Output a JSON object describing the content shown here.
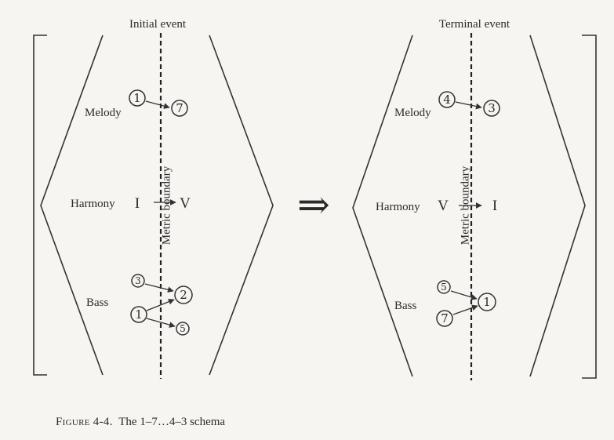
{
  "left_panel": {
    "title": "Initial event",
    "labels": {
      "melody": "Melody",
      "harmony": "Harmony",
      "bass": "Bass"
    },
    "melody": {
      "from": "1",
      "to": "7"
    },
    "harmony": {
      "from": "I",
      "to": "V"
    },
    "bass": {
      "top": "3",
      "left_bottom": "1",
      "mid_right": "2",
      "low_right": "5"
    }
  },
  "right_panel": {
    "title": "Terminal event",
    "labels": {
      "melody": "Melody",
      "harmony": "Harmony",
      "bass": "Bass"
    },
    "melody": {
      "from": "4",
      "to": "3"
    },
    "harmony": {
      "from": "V",
      "to": "I"
    },
    "bass": {
      "top": "5",
      "bottom": "7",
      "target": "1"
    }
  },
  "boundary_label": "Metric boundary",
  "implication_symbol": "⇒",
  "caption": {
    "figure_label": "Figure 4-4.",
    "text": "The 1–7…4–3 schema"
  }
}
